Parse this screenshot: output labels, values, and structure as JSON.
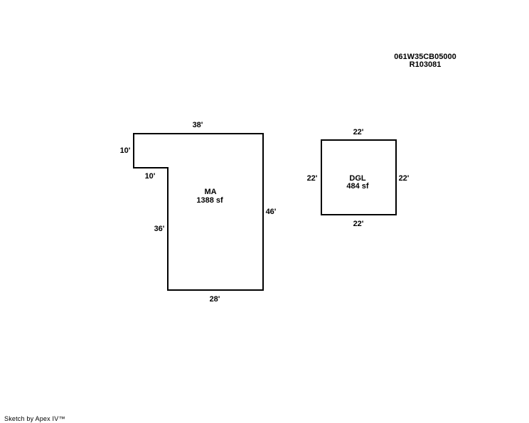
{
  "parcel": {
    "map_number": "061W35CB05000",
    "account": "R103081"
  },
  "areas": [
    {
      "name": "MA",
      "area": "1388 sf",
      "dimensions": {
        "top": "38'",
        "left_upper": "10'",
        "notch": "10'",
        "left_lower": "36'",
        "bottom": "28'",
        "right": "46'"
      }
    },
    {
      "name": "DGL",
      "area": "484 sf",
      "dimensions": {
        "top": "22'",
        "left": "22'",
        "right": "22'",
        "bottom": "22'"
      }
    }
  ],
  "credit": "Sketch by Apex IV™",
  "colors": {
    "line": "#000000",
    "background": "#ffffff"
  }
}
